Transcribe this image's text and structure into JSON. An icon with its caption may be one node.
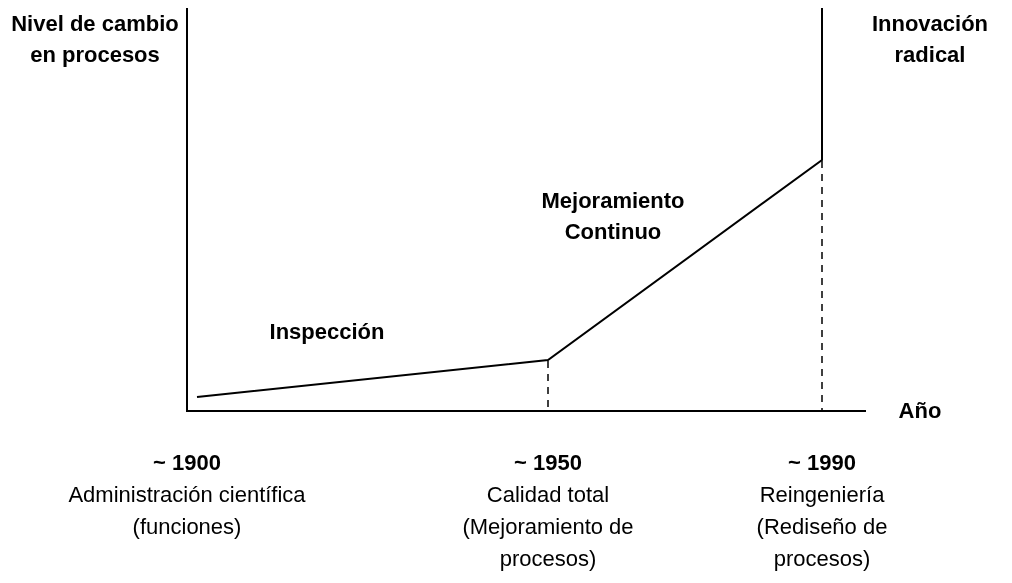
{
  "diagram": {
    "labels": [
      "Nivel de cambio en procesos",
      "Innovación radical",
      "Mejoramiento Continuo",
      "Inspección",
      "Año",
      "~ 1900",
      "Administración científica (funciones)",
      "~ 1950",
      "Calidad total (Mejoramiento de procesos)",
      "~ 1990",
      "Reingeniería (Rediseño de procesos)"
    ]
  }
}
